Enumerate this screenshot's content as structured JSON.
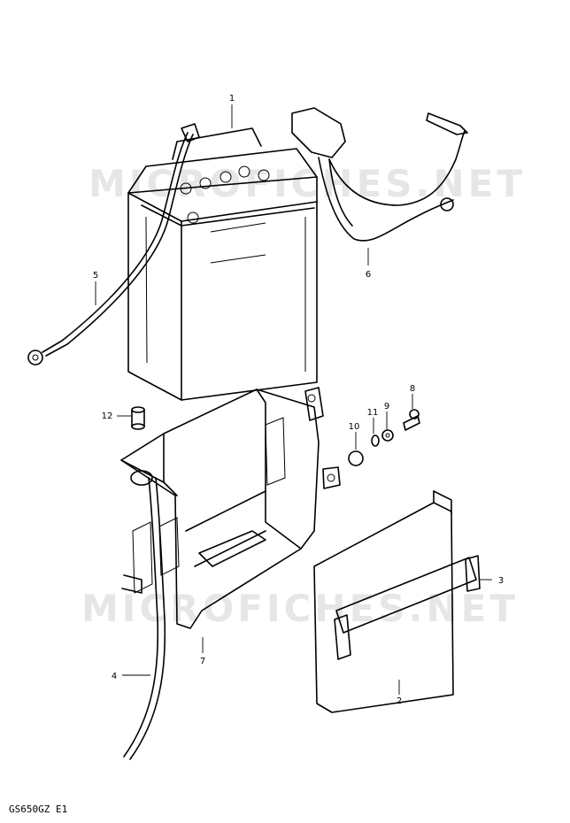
{
  "diagram": {
    "drawing_code": "GS650GZ E1",
    "watermark_text": "MICROFICHES.NET",
    "parts": [
      {
        "id": "p1",
        "label": "1"
      },
      {
        "id": "p2",
        "label": "2"
      },
      {
        "id": "p3",
        "label": "3"
      },
      {
        "id": "p4",
        "label": "4"
      },
      {
        "id": "p5",
        "label": "5"
      },
      {
        "id": "p6",
        "label": "6"
      },
      {
        "id": "p7",
        "label": "7"
      },
      {
        "id": "p8",
        "label": "8"
      },
      {
        "id": "p9",
        "label": "9"
      },
      {
        "id": "p10",
        "label": "10"
      },
      {
        "id": "p11",
        "label": "11"
      },
      {
        "id": "p12",
        "label": "12"
      }
    ]
  }
}
